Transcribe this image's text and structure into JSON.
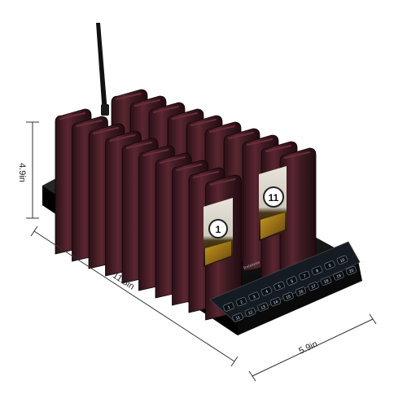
{
  "dimensions": {
    "height": "4.9in",
    "length": "11.8in",
    "width": "5.9in"
  },
  "pager_numbers": {
    "front": "1",
    "back": "11"
  },
  "brand_text": "Retekess",
  "keypad": {
    "row1": [
      "1",
      "2",
      "3",
      "4",
      "5",
      "6",
      "7",
      "8",
      "9",
      "10"
    ],
    "row2": [
      "11",
      "12",
      "13",
      "14",
      "15",
      "16",
      "17",
      "18",
      "19",
      "20"
    ]
  },
  "colors": {
    "pager_body": "#3a1820",
    "pager_highlight": "#6a2e38",
    "base": "#121212",
    "keypad_panel": "#1c232c"
  }
}
